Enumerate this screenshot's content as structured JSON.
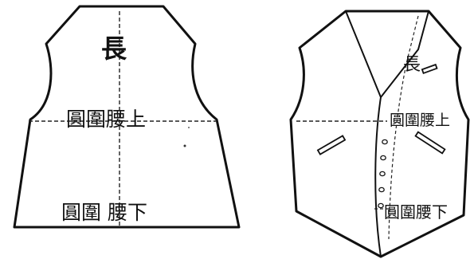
{
  "left_panel": {
    "label_length": "長",
    "label_waist_upper": "圓圍腰上",
    "label_waist_lower": "圓圍 腰下"
  },
  "right_panel": {
    "label_length": "長",
    "label_waist_upper": "圓圍腰上",
    "label_waist_lower": "圓圍腰下",
    "button_count": 5
  },
  "colors": {
    "ink": "#111111",
    "paper": "#ffffff"
  }
}
